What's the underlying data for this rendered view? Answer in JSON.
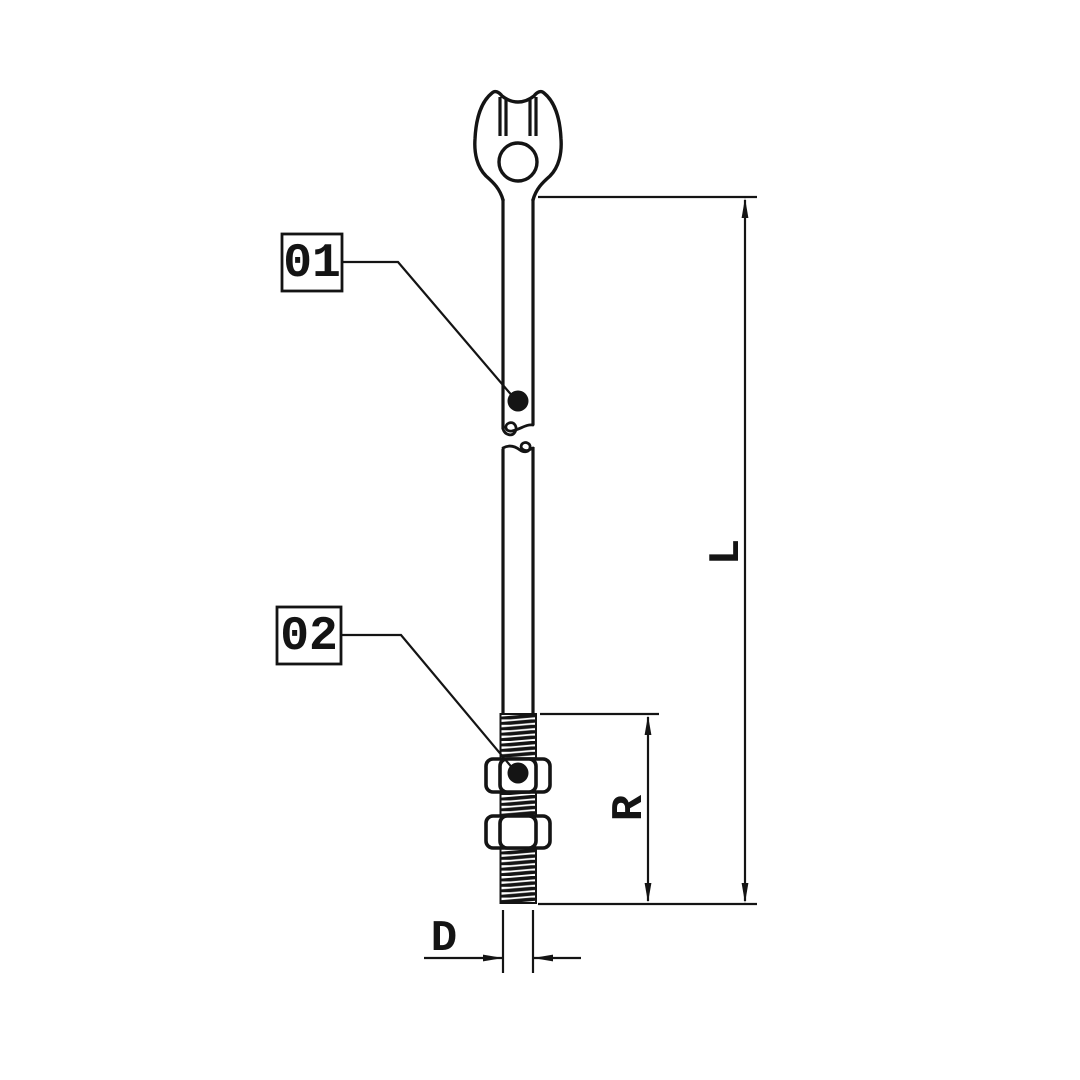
{
  "drawing": {
    "background": "#ffffff",
    "line_color": "#141414",
    "callout_labels": {
      "first": "01",
      "second": "02"
    },
    "dimension_labels": {
      "overall_length": "L",
      "thread_length": "R",
      "diameter": "D"
    }
  }
}
